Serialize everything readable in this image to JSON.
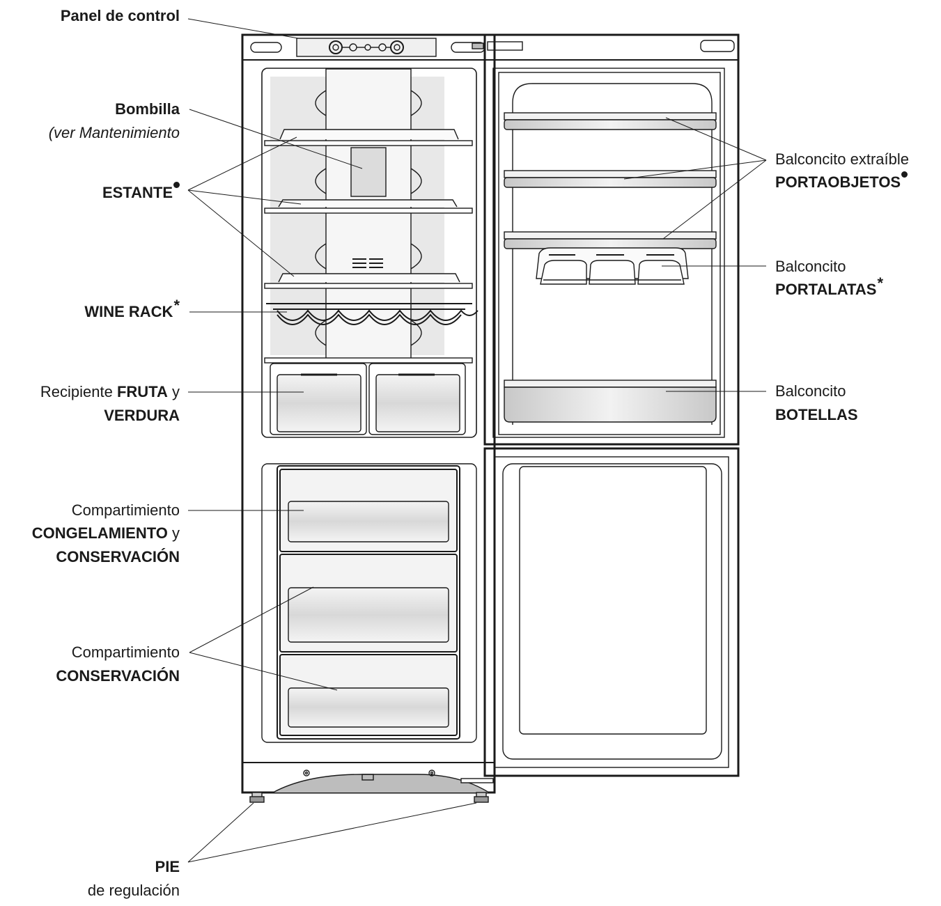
{
  "labels": {
    "panel": "Panel de control",
    "bulb": "Bombilla",
    "bulb_note": "(ver Mantenimiento",
    "shelf": "ESTANTE",
    "wine_rack": "WINE RACK",
    "veg_pre": "Recipiente",
    "veg_bold1": "FRUTA",
    "veg_y": "y",
    "veg_bold2": "VERDURA",
    "freezer1_l1": "Compartimiento",
    "freezer1_l2": "CONGELAMIENTO",
    "freezer1_y": "y",
    "freezer1_l3": "CONSERVACIÓN",
    "freezer2_l1": "Compartimiento",
    "freezer2_l2": "CONSERVACIÓN",
    "foot_l1": "PIE",
    "foot_l2": "de regulación",
    "balcony_obj_l1": "Balconcito extraíble",
    "balcony_obj_l2": "PORTAOBJETOS",
    "balcony_can_l1": "Balconcito",
    "balcony_can_l2": "PORTALATAS",
    "balcony_bot_l1": "Balconcito",
    "balcony_bot_l2": "BOTELLAS",
    "asterisk": "*"
  },
  "colors": {
    "stroke": "#1a1a1a",
    "shade": "#d9d9d9",
    "light": "#ededed"
  }
}
